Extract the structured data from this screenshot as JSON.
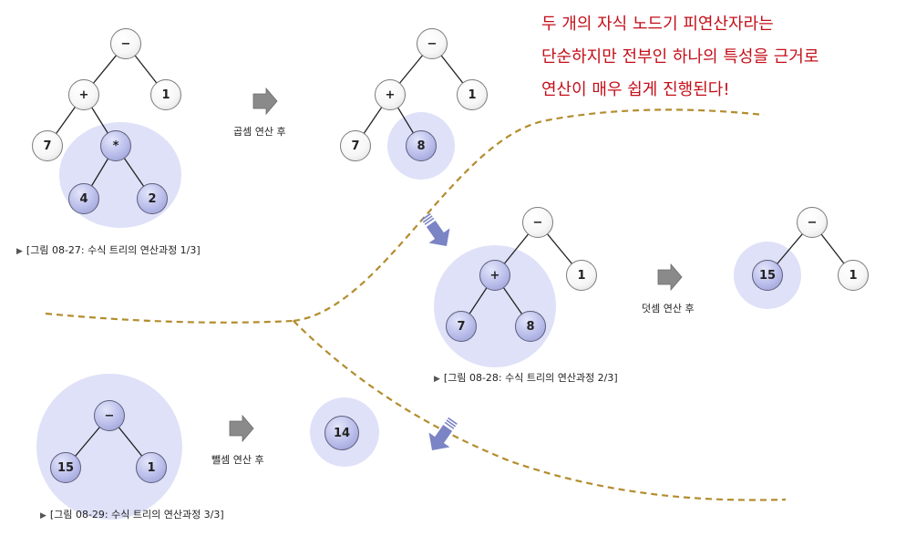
{
  "note_lines": [
    "두 개의 자식 노드기 피연산자라는",
    "단순하지만 전부인 하나의 특성을 근거로",
    "연산이 매우 쉽게 진행된다!"
  ],
  "figures": [
    {
      "caption": "[그림 08-27: 수식 트리의 연산과정 1/3]",
      "op_label": "곱셈 연산 후",
      "before_nodes": [
        "−",
        "+",
        "1",
        "7",
        "*",
        "4",
        "2"
      ],
      "after_nodes": [
        "−",
        "+",
        "1",
        "7",
        "8"
      ]
    },
    {
      "caption": "[그림 08-28: 수식 트리의 연산과정 2/3]",
      "op_label": "덧셈 연산 후",
      "before_nodes": [
        "−",
        "+",
        "1",
        "7",
        "8"
      ],
      "after_nodes": [
        "−",
        "15",
        "1"
      ]
    },
    {
      "caption": "[그림 08-29: 수식 트리의 연산과정 3/3]",
      "op_label": "뺄셈 연산 후",
      "before_nodes": [
        "−",
        "15",
        "1"
      ],
      "after_nodes": [
        "14"
      ]
    }
  ],
  "colors": {
    "note_text": "#c40f19",
    "highlight": "#dfe1f8",
    "dashed_line": "#b38d2e",
    "arrow": "#8a8a8a",
    "flow_arrow": "#7b84c4"
  }
}
